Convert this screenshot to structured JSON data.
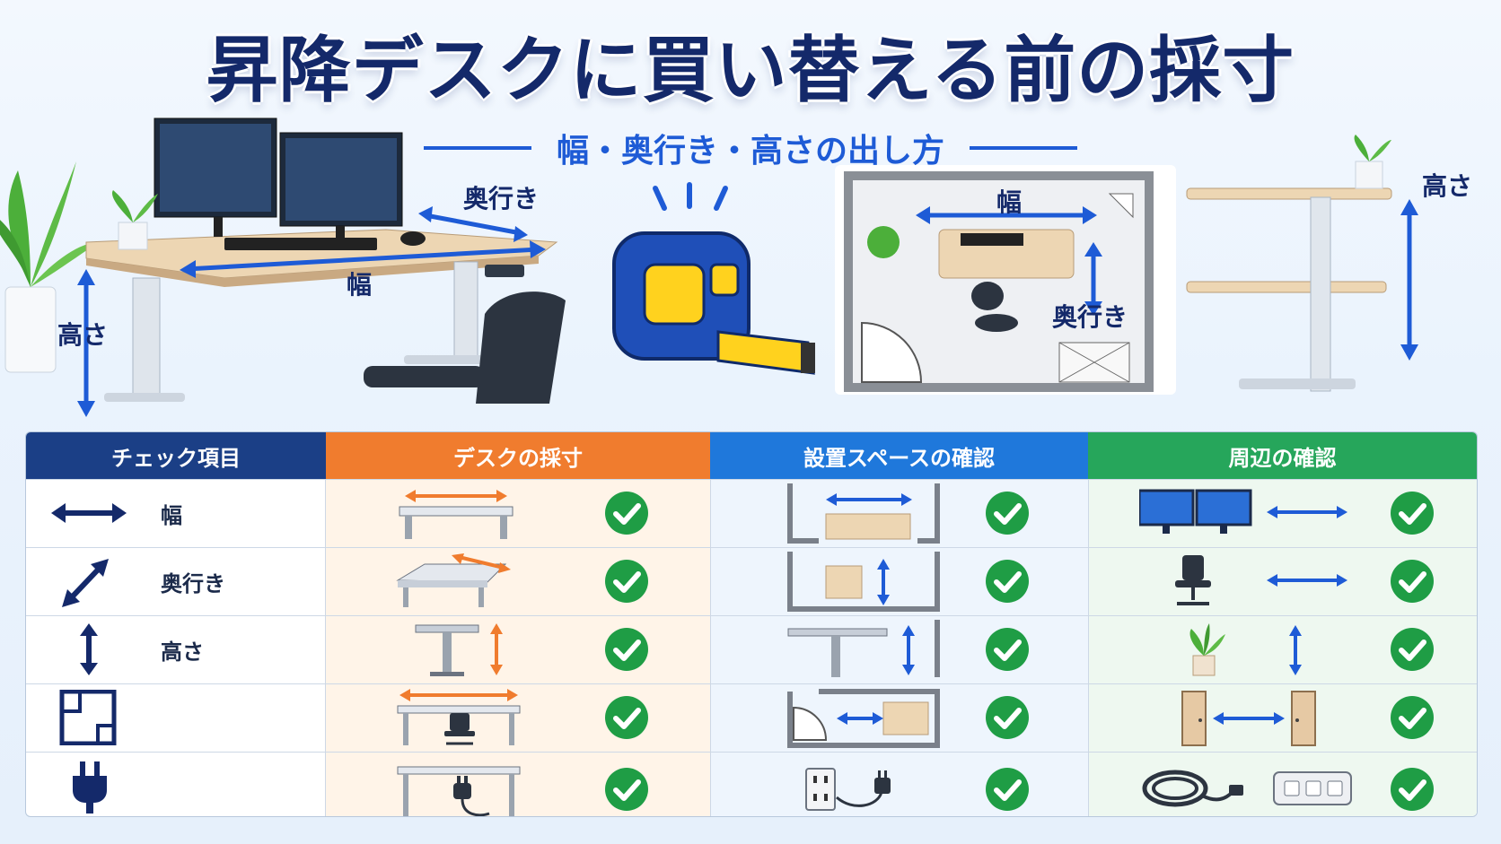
{
  "title": "昇降デスクに買い替える前の採寸",
  "subtitle": "幅・奥行き・高さの出し方",
  "scene": {
    "desk_depth_label": "奥行き",
    "desk_width_label": "幅",
    "desk_height_label": "高さ",
    "room_width_label": "幅",
    "room_depth_label": "奥行き",
    "side_height_label": "高さ"
  },
  "table": {
    "headers": [
      "チェック項目",
      "デスクの採寸",
      "設置スペースの確認",
      "周辺の確認"
    ],
    "rows": [
      {
        "label": "幅",
        "icon": "horizontal-arrow-icon"
      },
      {
        "label": "奥行き",
        "icon": "diagonal-arrow-icon"
      },
      {
        "label": "高さ",
        "icon": "vertical-arrow-icon"
      },
      {
        "label": "",
        "icon": "floor-plan-icon"
      },
      {
        "label": "",
        "icon": "power-plug-icon"
      }
    ]
  },
  "colors": {
    "navy": "#14296a",
    "blue": "#1e5bd6",
    "orange": "#f07c2e",
    "green": "#26a65b",
    "check_green": "#1f9d45"
  }
}
